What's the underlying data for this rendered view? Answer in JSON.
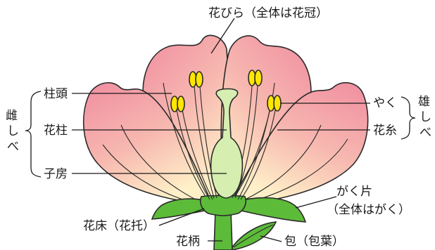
{
  "diagram": {
    "labels": {
      "petal": "花びら（全体は花冠）",
      "stigma": "柱頭",
      "style": "花柱",
      "ovary": "子房",
      "anther": "やく",
      "filament": "花糸",
      "sepal_line1": "がく片",
      "sepal_line2": "（全体はがく）",
      "receptacle": "花床（花托）",
      "pedicel": "花柄",
      "bract": "包（包葉）",
      "pistil_chars": [
        "雌",
        "し",
        "べ"
      ],
      "stamen_chars": [
        "雄",
        "し",
        "べ"
      ]
    },
    "colors": {
      "petal_outer": "#f08da0",
      "petal_inner": "#fff0c8",
      "pistil": "#d6eeb0",
      "stem_green": "#5dbb3a",
      "anther": "#ffe600",
      "outline": "#2a2a2a"
    }
  }
}
